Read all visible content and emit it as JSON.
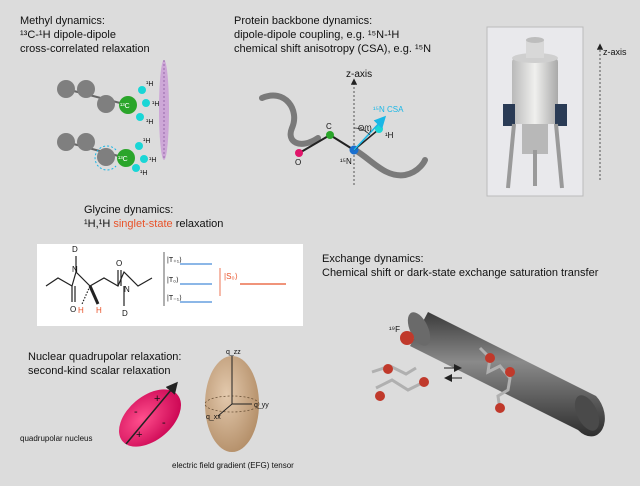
{
  "colors": {
    "background": "#dcdcdc",
    "accent_orange": "#e8532a",
    "cyan": "#1ab7e6",
    "green": "#2aa52a",
    "magenta": "#e0156a",
    "grey_atom": "#7f7f7f",
    "tube": "#555555",
    "efg_tan": "#c9a785"
  },
  "methyl": {
    "title": "Methyl dynamics:",
    "line2": "¹³C-¹H dipole-dipole",
    "line3": "cross-correlated relaxation",
    "atom_labels": {
      "c13": "¹³C",
      "h1": "¹H"
    }
  },
  "backbone": {
    "title": "Protein backbone dynamics:",
    "line2": "dipole-dipole coupling, e.g. ¹⁵N-¹H",
    "line3": "chemical shift anisotropy (CSA), e.g. ¹⁵N",
    "z_axis": "z-axis",
    "csa_label": "¹⁵N CSA",
    "theta": "Θ(t)",
    "c_label": "C",
    "o_label": "O",
    "n_label": "¹⁵N",
    "h_label": "¹H"
  },
  "spectrometer": {
    "icon": "nmr-magnet-photo-icon",
    "z_axis": "z-axis"
  },
  "glycine": {
    "title": "Glycine dynamics:",
    "line2_prefix": "¹H,¹H ",
    "line2_highlight": "singlet-state",
    "line2_suffix": " relaxation",
    "mol": {
      "d_top": "D",
      "n_top": "N",
      "o1": "O",
      "h1": "H",
      "h2": "H",
      "n_bottom": "N",
      "d_bottom": "D",
      "o2": "O"
    },
    "states": {
      "t_plus": "|T₊₁⟩",
      "t_zero": "|T₀⟩",
      "t_minus": "|T₋₁⟩",
      "s_zero": "|S₀⟩"
    }
  },
  "exchange": {
    "title": "Exchange dynamics:",
    "line2": "Chemical shift or dark-state exchange saturation transfer",
    "f19": "¹⁹F"
  },
  "quadrupolar": {
    "title": "Nuclear quadrupolar relaxation:",
    "line2": "second-kind scalar relaxation",
    "nucleus_label": "quadrupolar nucleus",
    "efg_label": "electric field gradient (EFG) tensor",
    "q_zz": "q_zz",
    "q_yy": "q_yy",
    "q_xx": "q_xx",
    "plus": "+",
    "minus": "-"
  }
}
